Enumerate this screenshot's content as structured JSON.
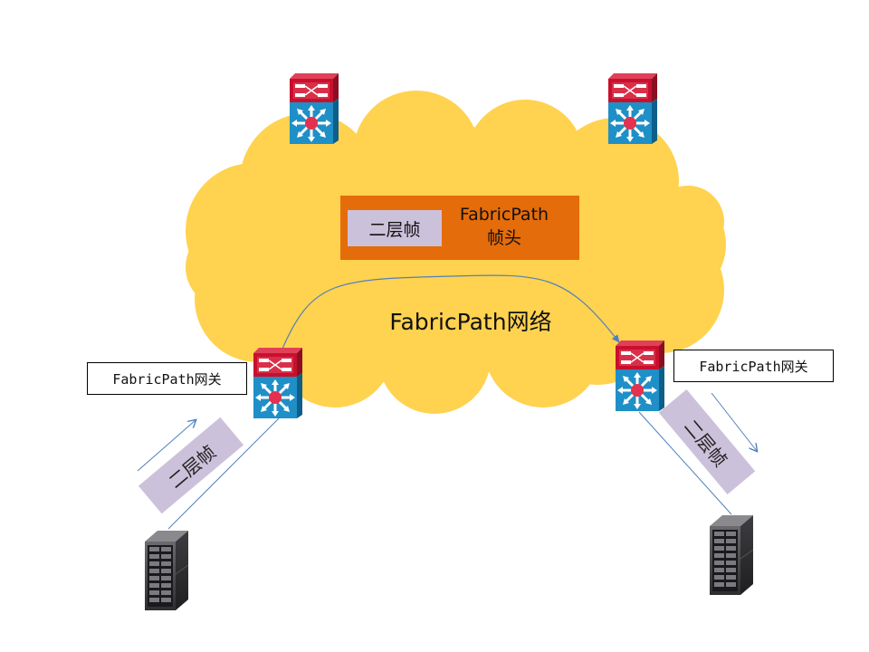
{
  "diagram": {
    "network_label": "FabricPath网络",
    "frame_header": {
      "inner_label": "二层帧",
      "header_line1": "FabricPath",
      "header_line2": "帧头"
    },
    "gateways": [
      {
        "label": "FabricPath网关",
        "side": "left"
      },
      {
        "label": "FabricPath网关",
        "side": "right"
      }
    ],
    "frame_tags": [
      {
        "label": "二层帧",
        "side": "left"
      },
      {
        "label": "二层帧",
        "side": "right"
      }
    ],
    "icons": {
      "switch": "layer3-switch-icon",
      "server": "server-rack-icon"
    },
    "colors": {
      "cloud": "#ffd24f",
      "header_box": "#e46c0a",
      "frame_tag": "#ccc1da",
      "switch_top": "#c8102e",
      "switch_bottom": "#1f8fc7",
      "link": "#4f81bd"
    }
  }
}
